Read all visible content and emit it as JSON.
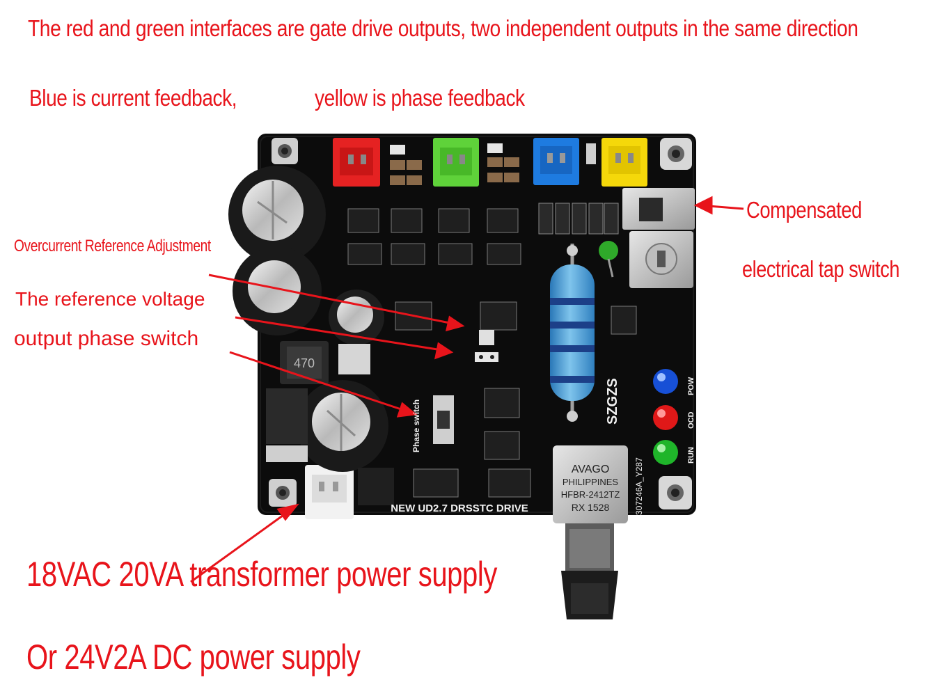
{
  "annotations": {
    "top_line": "The red and green interfaces are gate drive outputs, two independent outputs in the same direction",
    "blue_feedback": "Blue is current feedback,",
    "yellow_feedback": "yellow is phase feedback",
    "overcurrent": "Overcurrent Reference Adjustment",
    "ref_voltage": "The reference voltage",
    "output_phase": "output phase switch",
    "compensated_1": "Compensated",
    "compensated_2": "electrical tap switch",
    "power_1": "18VAC 20VA transformer power supply",
    "power_2": "Or 24V2A DC power supply"
  },
  "board": {
    "brand": "SZGZS",
    "model": "NEW UD2.7 DRSSTC DRIVE",
    "phase_label": "Phase switch",
    "serial": "307246A_Y287",
    "inductor": "470",
    "led_labels": [
      "POW",
      "OCD",
      "RUN"
    ],
    "optical": {
      "brand": "AVAGO",
      "country": "PHILIPPINES",
      "part": "HFBR-2412TZ",
      "code": "RX 1528"
    }
  },
  "colors": {
    "annotation": "#e8141b",
    "board": "#0c0c0c",
    "connector_red": "#e52222",
    "connector_green": "#5fd23a",
    "connector_blue": "#1e7be0",
    "connector_yellow": "#f5d80a"
  }
}
